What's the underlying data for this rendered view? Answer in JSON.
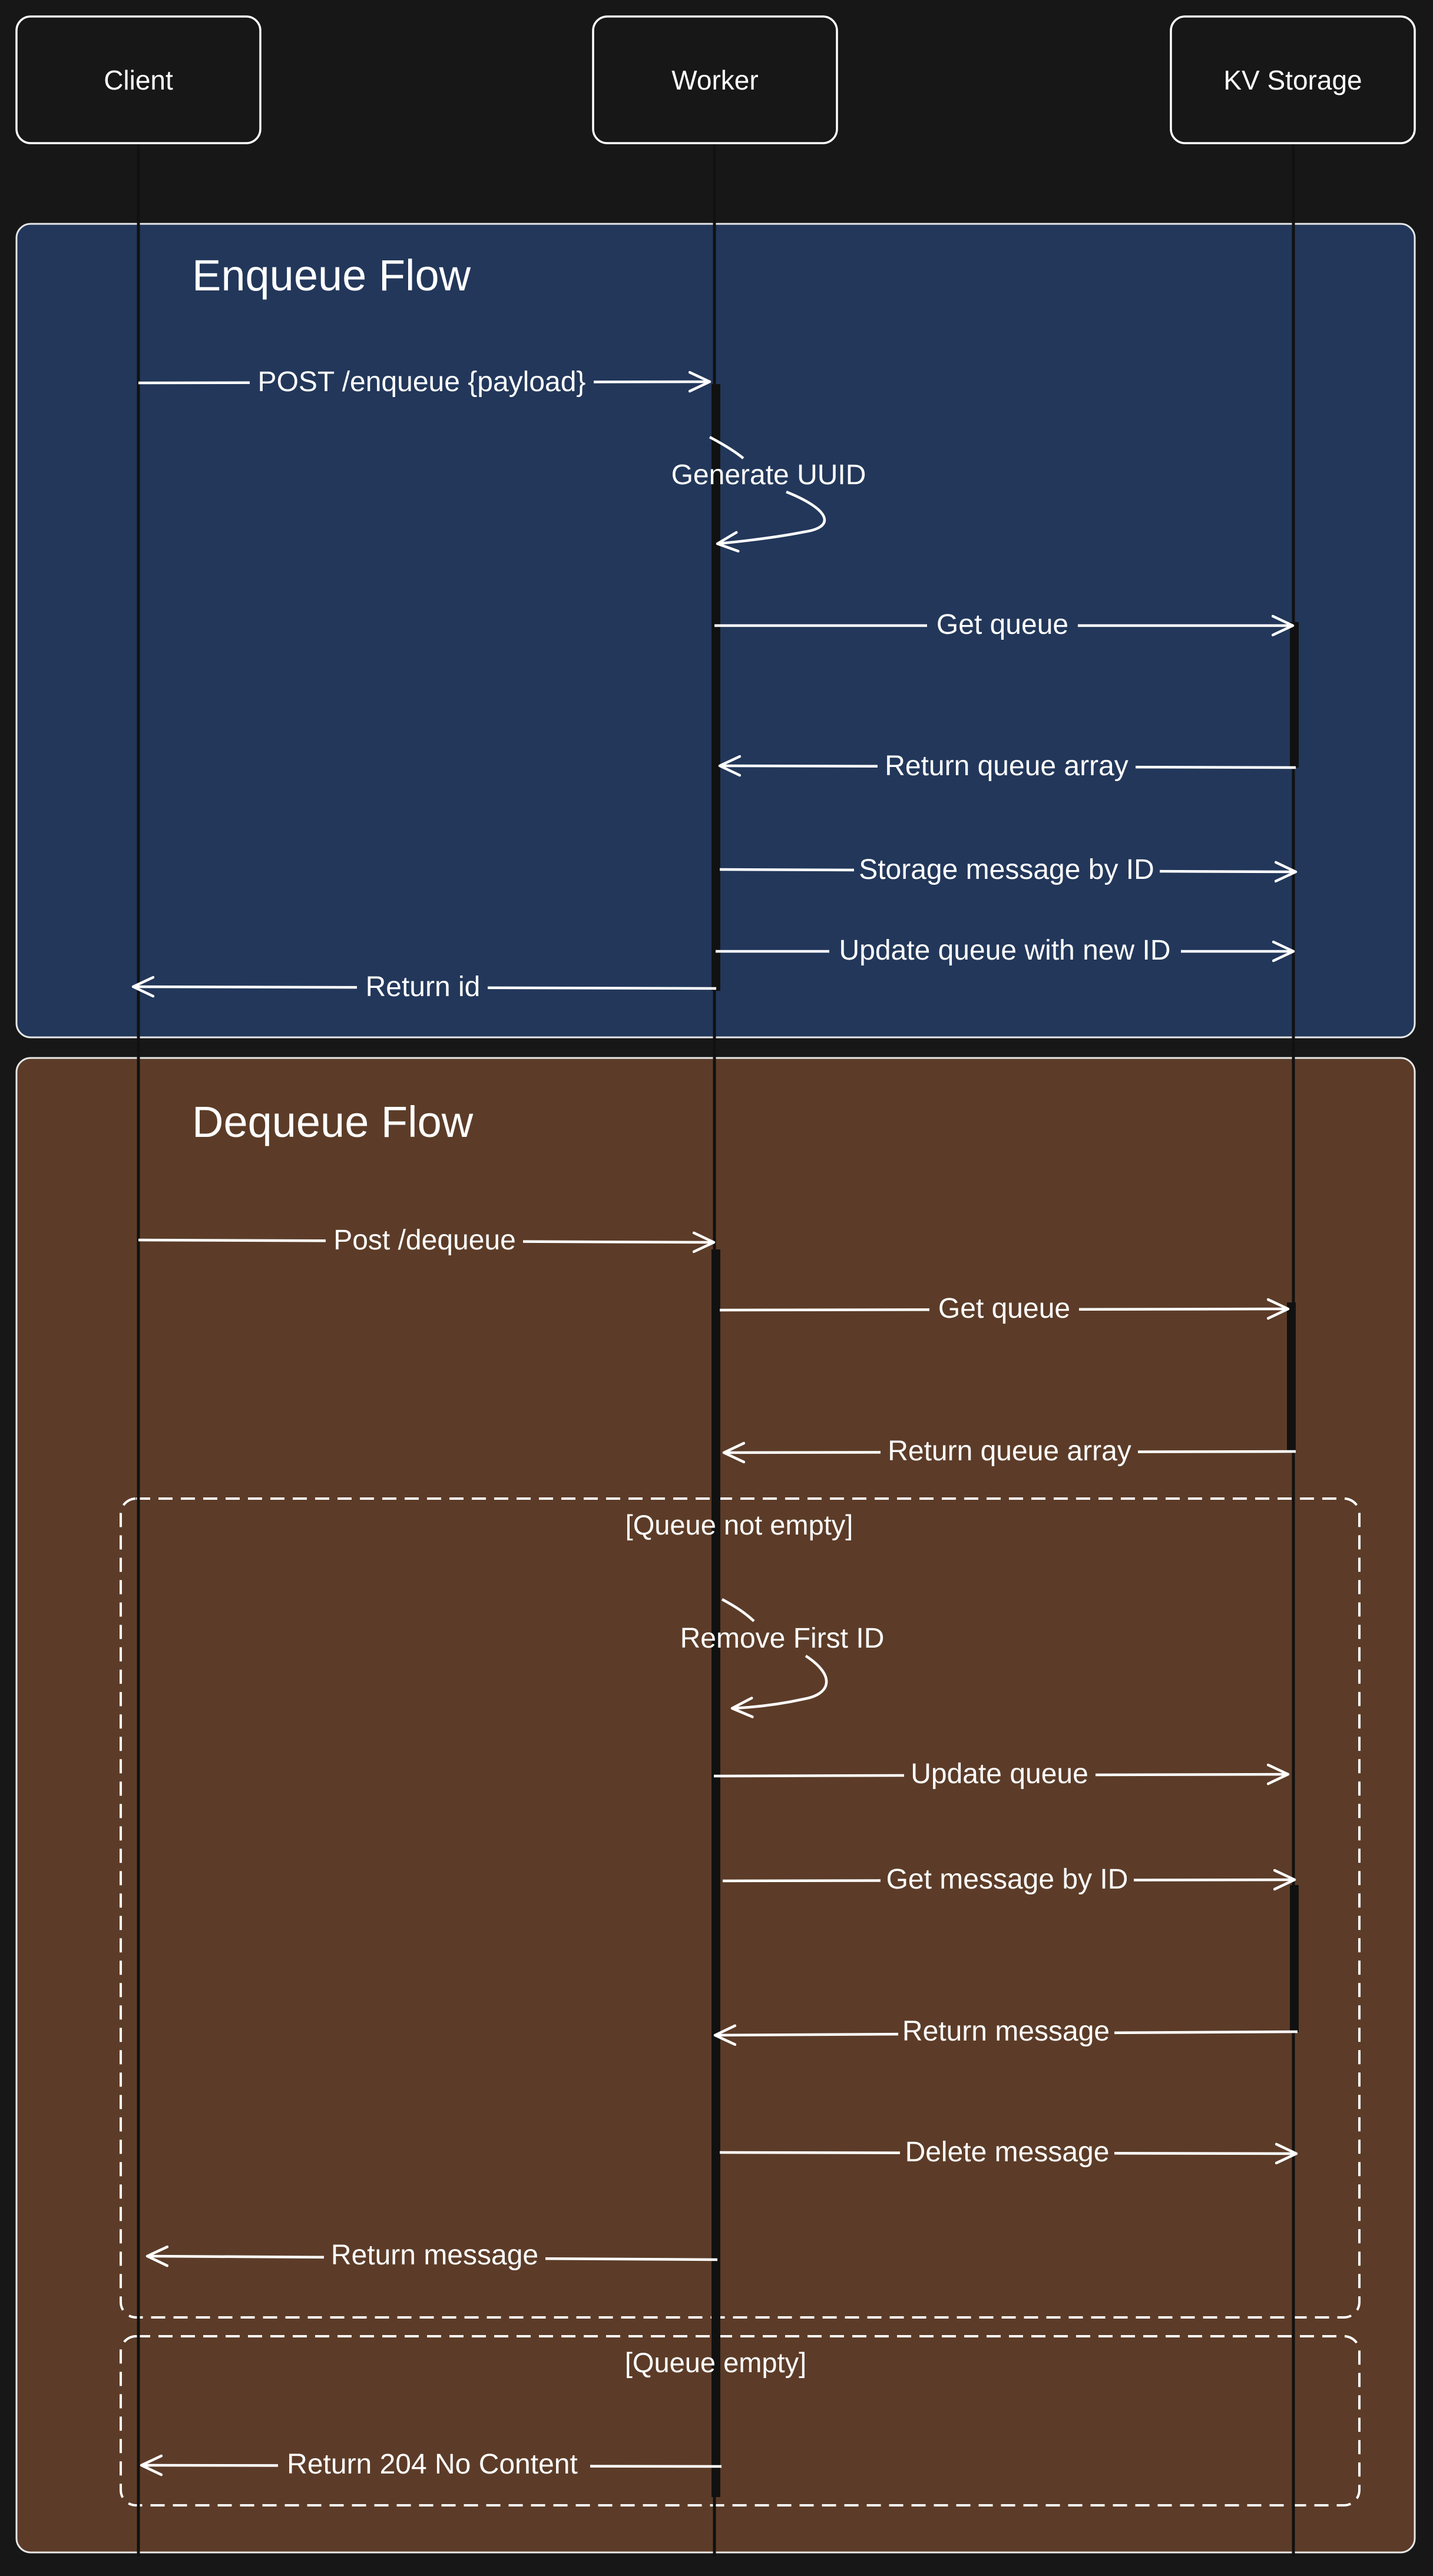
{
  "colors": {
    "background": "#171717",
    "enqueue_group": "#22375a",
    "dequeue_group": "#5c3c28",
    "line": "#ffffff",
    "lifeline": "#111111"
  },
  "participants": [
    "Client",
    "Worker",
    "KV Storage"
  ],
  "groups": {
    "enqueue": {
      "title": "Enqueue Flow"
    },
    "dequeue": {
      "title": "Dequeue Flow"
    }
  },
  "conditions": {
    "not_empty": "[Queue not empty]",
    "empty": "[Queue empty]"
  },
  "messages": {
    "enqueue": [
      {
        "from": "Client",
        "to": "Worker",
        "label": "POST /enqueue {payload}"
      },
      {
        "from": "Worker",
        "to": "Worker",
        "label": "Generate UUID"
      },
      {
        "from": "Worker",
        "to": "KV Storage",
        "label": "Get queue"
      },
      {
        "from": "KV Storage",
        "to": "Worker",
        "label": "Return queue array"
      },
      {
        "from": "Worker",
        "to": "KV Storage",
        "label": "Storage message by ID"
      },
      {
        "from": "Worker",
        "to": "KV Storage",
        "label": "Update queue with new ID"
      },
      {
        "from": "Worker",
        "to": "Client",
        "label": "Return id"
      }
    ],
    "dequeue": [
      {
        "from": "Client",
        "to": "Worker",
        "label": "Post /dequeue"
      },
      {
        "from": "Worker",
        "to": "KV Storage",
        "label": "Get queue"
      },
      {
        "from": "KV Storage",
        "to": "Worker",
        "label": "Return queue array"
      }
    ],
    "not_empty": [
      {
        "from": "Worker",
        "to": "Worker",
        "label": "Remove First ID"
      },
      {
        "from": "Worker",
        "to": "KV Storage",
        "label": "Update queue"
      },
      {
        "from": "Worker",
        "to": "KV Storage",
        "label": "Get message by ID"
      },
      {
        "from": "KV Storage",
        "to": "Worker",
        "label": "Return message"
      },
      {
        "from": "Worker",
        "to": "KV Storage",
        "label": "Delete message"
      },
      {
        "from": "Worker",
        "to": "Client",
        "label": "Return message"
      }
    ],
    "empty": [
      {
        "from": "Worker",
        "to": "Client",
        "label": "Return 204 No Content"
      }
    ]
  }
}
